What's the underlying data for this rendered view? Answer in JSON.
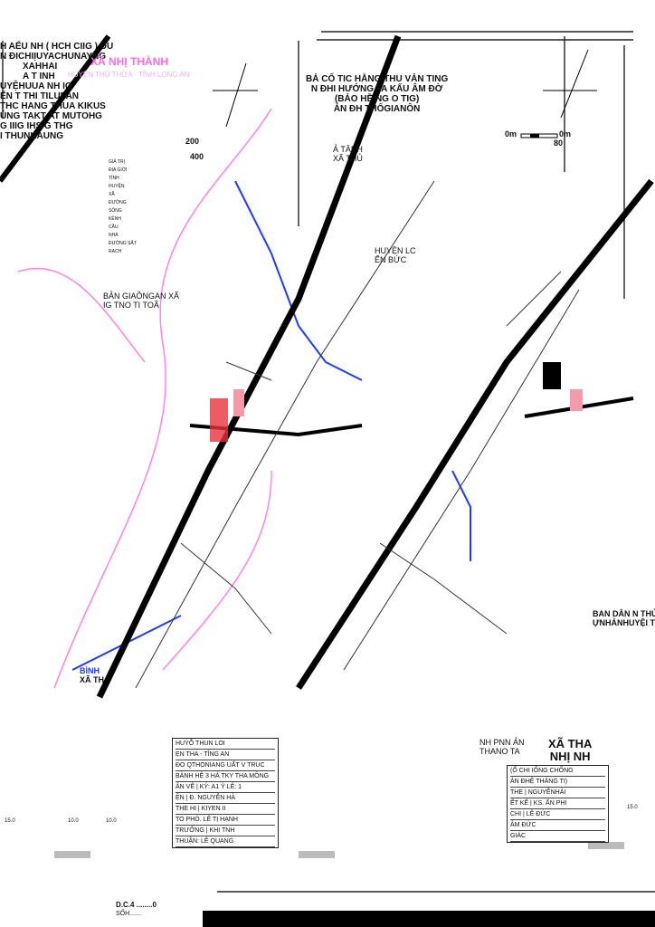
{
  "header_left": {
    "lines": [
      "H AỂU NH ( HCH CIIG ) DU",
      "N ĐICHIỊUYACHUNAYNG",
      "XAHHAI",
      "A T INH",
      "UYỆHUUA NH IG",
      "ẾN T THI TILUPAN",
      "THC HANG THUA KIKUS",
      "ỦNG TAKT AT MUTOHG",
      "G IIIG IHS G THG",
      "I THUNHAUNG"
    ]
  },
  "commune_title": "XÃ NHỊ THÀNH",
  "commune_subtitle": "HUYỆN THỦ THỪA - TỈNH LONG AN",
  "center_title": {
    "lines": [
      "BẢ CỐ TIC HẰNG THU VẢN TING",
      "N ĐHI HƯỚNG TA KẤU ÂM ĐỜ",
      "(BẢO HỀ NG O TIG)",
      "ẢN ĐH THỐGIANÔN"
    ]
  },
  "scale_bar": {
    "left": "0m",
    "right": "0m",
    "value": "80"
  },
  "scale_left": {
    "a": "200",
    "b": "400"
  },
  "map_labels": {
    "xa_tan_thanh": [
      "Ả TÂNH",
      "XÃ THỦ"
    ],
    "huyen": [
      "HUYỆN LC",
      "ẾN BỨC"
    ],
    "ban_giao": [
      "BẢN GIAỒNGAN XÃ",
      "IG TNO TI TOÃ"
    ],
    "ban_dan": [
      "BAN DÂN N THỦA",
      "ỰNHẢNHUYỆI THỦ"
    ],
    "xa_tha": [
      "XÃ THA",
      "NHỊ NH"
    ],
    "thanh_tan": [
      "NH PNN ẢN",
      "THANO TA"
    ],
    "binh": [
      "BÌNH",
      "XÃ TH"
    ]
  },
  "legend": [
    "GIÁ TRỊ",
    "ĐỊA GIỚI",
    "TỈNH",
    "HUYỆN",
    "XÃ",
    "ĐƯỜNG",
    "SÔNG",
    "KÊNH",
    "CẦU",
    "NHÀ",
    "ĐƯỜNG SẮT",
    "RẠCH"
  ],
  "bottom_table": {
    "rows": [
      "HUỲỖ THUN LOI",
      "ẸN THA - TỈNG AN",
      "ĐO QTHONIANG UẤT V TRUC",
      "BẢNH HỆ 3 HÀ TKY THA MÔNG",
      "ÂN VẼ | KÝ: A1 Ỳ LÊ: 1",
      "ỆN | Đ. NGUYỄN HÀ",
      "THE HI | KIYEN II",
      "TO PHÓ. LÊ TỊ HẠNH",
      "TRƯỞNG | KHI TNH",
      "THUẬN: LÊ QUANG"
    ]
  },
  "right_table": {
    "rows": [
      "(Ổ CHI IỐNG CHỐNG",
      "ẢN ĐHỆ THẢNG TI)",
      "THE | NGUYỄNHẢI",
      "ẾT KẾ | KS. ẤN PHI",
      "CHI | LÊ ĐỨC",
      "ÂM ĐỨC",
      "GIÁC"
    ]
  },
  "cross_sections": [
    "15.0",
    "10.0",
    "10.0",
    "15.0"
  ],
  "footer_codes": [
    "D.C.4 ........0",
    "SỐH......."
  ],
  "colors": {
    "road": "#000000",
    "river": "#1e3cff",
    "boundary": "#ff4fd8",
    "parcel_red": "#e8323c"
  }
}
